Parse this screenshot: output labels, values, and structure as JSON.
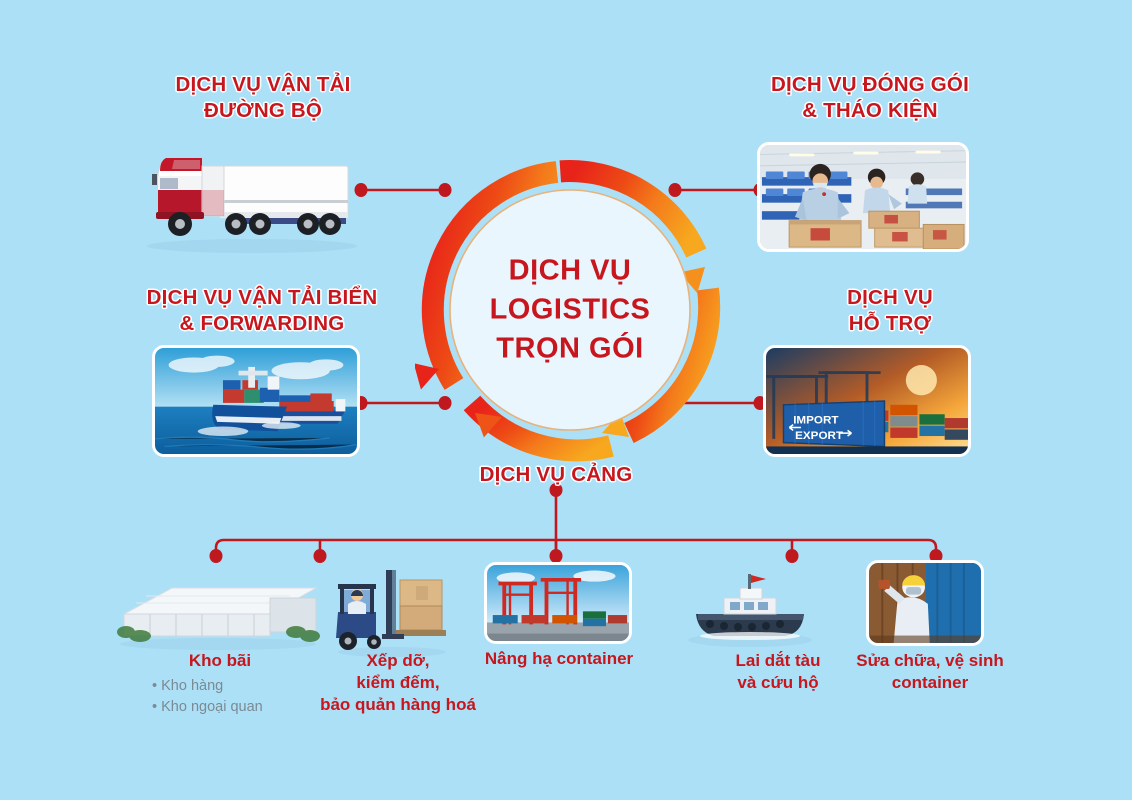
{
  "theme": {
    "background": "#ace0f7",
    "accent_red": "#c7161d",
    "line_red": "#c0181f",
    "ring_red": "#e8231a",
    "ring_orange": "#f5a11f",
    "center_fill": "#eaf6fd",
    "bullet_gray": "#7b8a93"
  },
  "center": {
    "title": "DỊCH VỤ\nLOGISTICS\nTRỌN GÓI"
  },
  "branches": [
    {
      "id": "road",
      "label": "DỊCH VỤ VẬN TẢI\nĐƯỜNG BỘ",
      "image": "truck-photo"
    },
    {
      "id": "packing",
      "label": "DỊCH VỤ ĐÓNG GÓI\n& THÁO KIỆN",
      "image": "packing-photo"
    },
    {
      "id": "sea",
      "label": "DỊCH VỤ VẬN TẢI BIỂN\n& FORWARDING",
      "image": "container-ship-photo"
    },
    {
      "id": "support",
      "label": "DỊCH VỤ\nHỖ TRỢ",
      "image": "import-export-photo"
    },
    {
      "id": "port",
      "label": "DỊCH VỤ CẢNG",
      "image": null
    }
  ],
  "port_services": [
    {
      "id": "warehouse",
      "label": "Kho bãi",
      "image": "warehouse-photo",
      "bullets": [
        "Kho hàng",
        "Kho ngoại quan"
      ]
    },
    {
      "id": "handling",
      "label": "Xếp dỡ,\nkiểm đếm,\nbảo quản hàng hoá",
      "image": "forklift-photo",
      "bullets": []
    },
    {
      "id": "lifting",
      "label": "Nâng hạ container",
      "image": "gantry-crane-photo",
      "bullets": []
    },
    {
      "id": "towing",
      "label": "Lai dắt tàu\nvà cứu hộ",
      "image": "tugboat-photo",
      "bullets": []
    },
    {
      "id": "repair",
      "label": "Sửa chữa, vệ sinh\ncontainer",
      "image": "container-repair-photo",
      "bullets": []
    }
  ]
}
